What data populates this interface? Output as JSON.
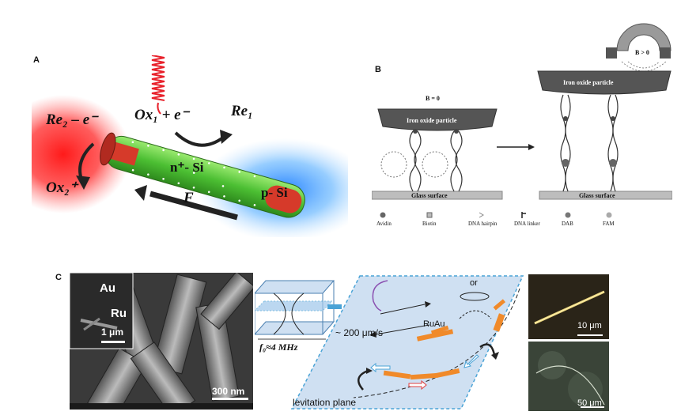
{
  "panel_a": {
    "letter": "A",
    "re2": "Re₂ – e⁻",
    "ox1": "Ox₁ + e⁻",
    "re1": "Re₁",
    "ox2": "Ox₂⁺",
    "nsi": "n⁺- Si",
    "psi": "p- Si",
    "force": "F",
    "colors": {
      "red_glow": "#ff2a2a",
      "blue_glow": "#3aa0ff",
      "rod_green": "#5fd04a",
      "rod_red": "#d63a2a"
    }
  },
  "panel_b": {
    "letter": "B",
    "b_zero": "B = 0",
    "b_pos": "B > 0",
    "particle_label": "Iron oxide particle",
    "surface_label": "Glass surface",
    "legend": [
      "Avidin",
      "Biotin",
      "DNA hairpin",
      "DNA linker",
      "DAB",
      "FAM"
    ]
  },
  "panel_c": {
    "letter": "C",
    "sem_au": "Au",
    "sem_ru": "Ru",
    "sem_scale_inset": "1 μm",
    "sem_scale": "300 nm",
    "freq": "f₀≈4 MHz",
    "speed": "~ 200 μm/s",
    "or_label": "or",
    "ruau": "RuAu",
    "plane": "levitation plane",
    "micro_scale_top": "10 μm",
    "micro_scale_bottom": "50 μm",
    "colors": {
      "plane_fill": "#cfe0f2",
      "plane_border": "#4aa3d6",
      "segment_orange": "#f08a2a"
    }
  }
}
